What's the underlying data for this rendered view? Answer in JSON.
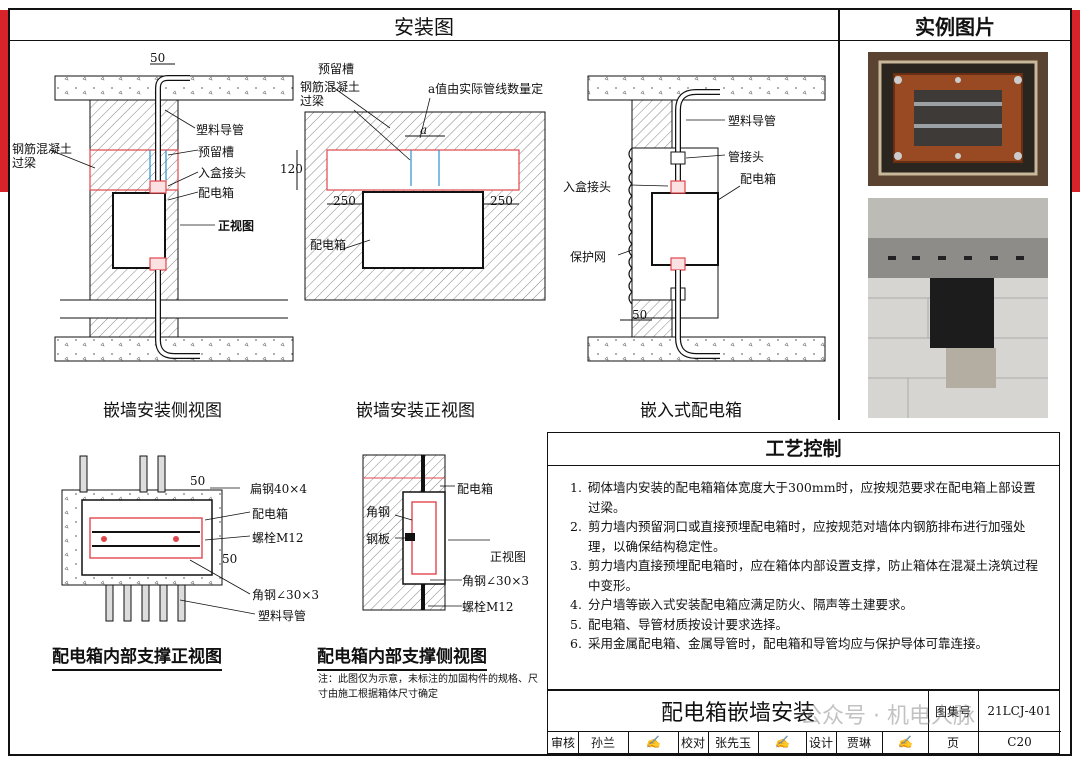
{
  "headers": {
    "install": "安装图",
    "photos": "实例图片"
  },
  "captions": {
    "side_view": "嵌墙安装侧视图",
    "front_view": "嵌墙安装正视图",
    "embedded": "嵌入式配电箱",
    "support_front": "配电箱内部支撑正视图",
    "support_side": "配电箱内部支撑侧视图"
  },
  "side_labels": {
    "dim": "50",
    "beam": "钢筋混凝土\n过梁",
    "pipe": "塑料导管",
    "groove": "预留槽",
    "joint": "入盒接头",
    "box": "配电箱",
    "front": "正视图"
  },
  "front_labels": {
    "groove": "预留槽",
    "beam": "钢筋混凝土\n过梁",
    "a_note": "a值由实际管线数量定",
    "a": "a",
    "h120": "120",
    "w250l": "250",
    "w250r": "250",
    "box": "配电箱"
  },
  "embedded_labels": {
    "pipe": "塑料导管",
    "coupling": "管接头",
    "box": "配电箱",
    "joint": "入盒接头",
    "mesh": "保护网",
    "dim": "50"
  },
  "support_front_labels": {
    "flat_steel": "扁钢40×4",
    "box": "配电箱",
    "bolt": "螺栓M12",
    "angle": "角钢∠30×3",
    "pipe": "塑料导管",
    "d50a": "50",
    "d50b": "50"
  },
  "support_side_labels": {
    "box": "配电箱",
    "angle": "角钢",
    "plate": "钢板",
    "front": "正视图",
    "angle2": "角钢∠30×3",
    "bolt": "螺栓M12"
  },
  "note": "注：此图仅为示意，未标注的加固构件的规格、尺寸由施工根据箱体尺寸确定",
  "process": {
    "title": "工艺控制",
    "items": [
      {
        "n": "1.",
        "text": "砌体墙内安装的配电箱箱体宽度大于300mm时，应按规范要求在配电箱上部设置过梁。"
      },
      {
        "n": "2.",
        "text": "剪力墙内预留洞口或直接预埋配电箱时，应按规范对墙体内钢筋排布进行加强处理，以确保结构稳定性。"
      },
      {
        "n": "3.",
        "text": "剪力墙内直接预埋配电箱时，应在箱体内部设置支撑，防止箱体在混凝土浇筑过程中变形。"
      },
      {
        "n": "4.",
        "text": "分户墙等嵌入式安装配电箱应满足防火、隔声等土建要求。"
      },
      {
        "n": "5.",
        "text": "配电箱、导管材质按设计要求选择。"
      },
      {
        "n": "6.",
        "text": "采用金属配电箱、金属导管时，配电箱和导管均应与保护导体可靠连接。"
      }
    ]
  },
  "title_block": {
    "title": "配电箱嵌墙安装",
    "atlas_label": "图集号",
    "atlas_no": "21LCJ-401",
    "page_label": "页",
    "page_no": "C20",
    "review_label": "审核",
    "reviewer": "孙兰",
    "check_label": "校对",
    "checker": "张先玉",
    "design_label": "设计",
    "designer": "贾琳"
  },
  "watermark": "公众号 · 机电人脉",
  "colors": {
    "accent_red": "#d8232a",
    "pipe_red": "#e0474c",
    "ink": "#111111",
    "hatch": "#555555",
    "blue": "#2a8fd8"
  }
}
